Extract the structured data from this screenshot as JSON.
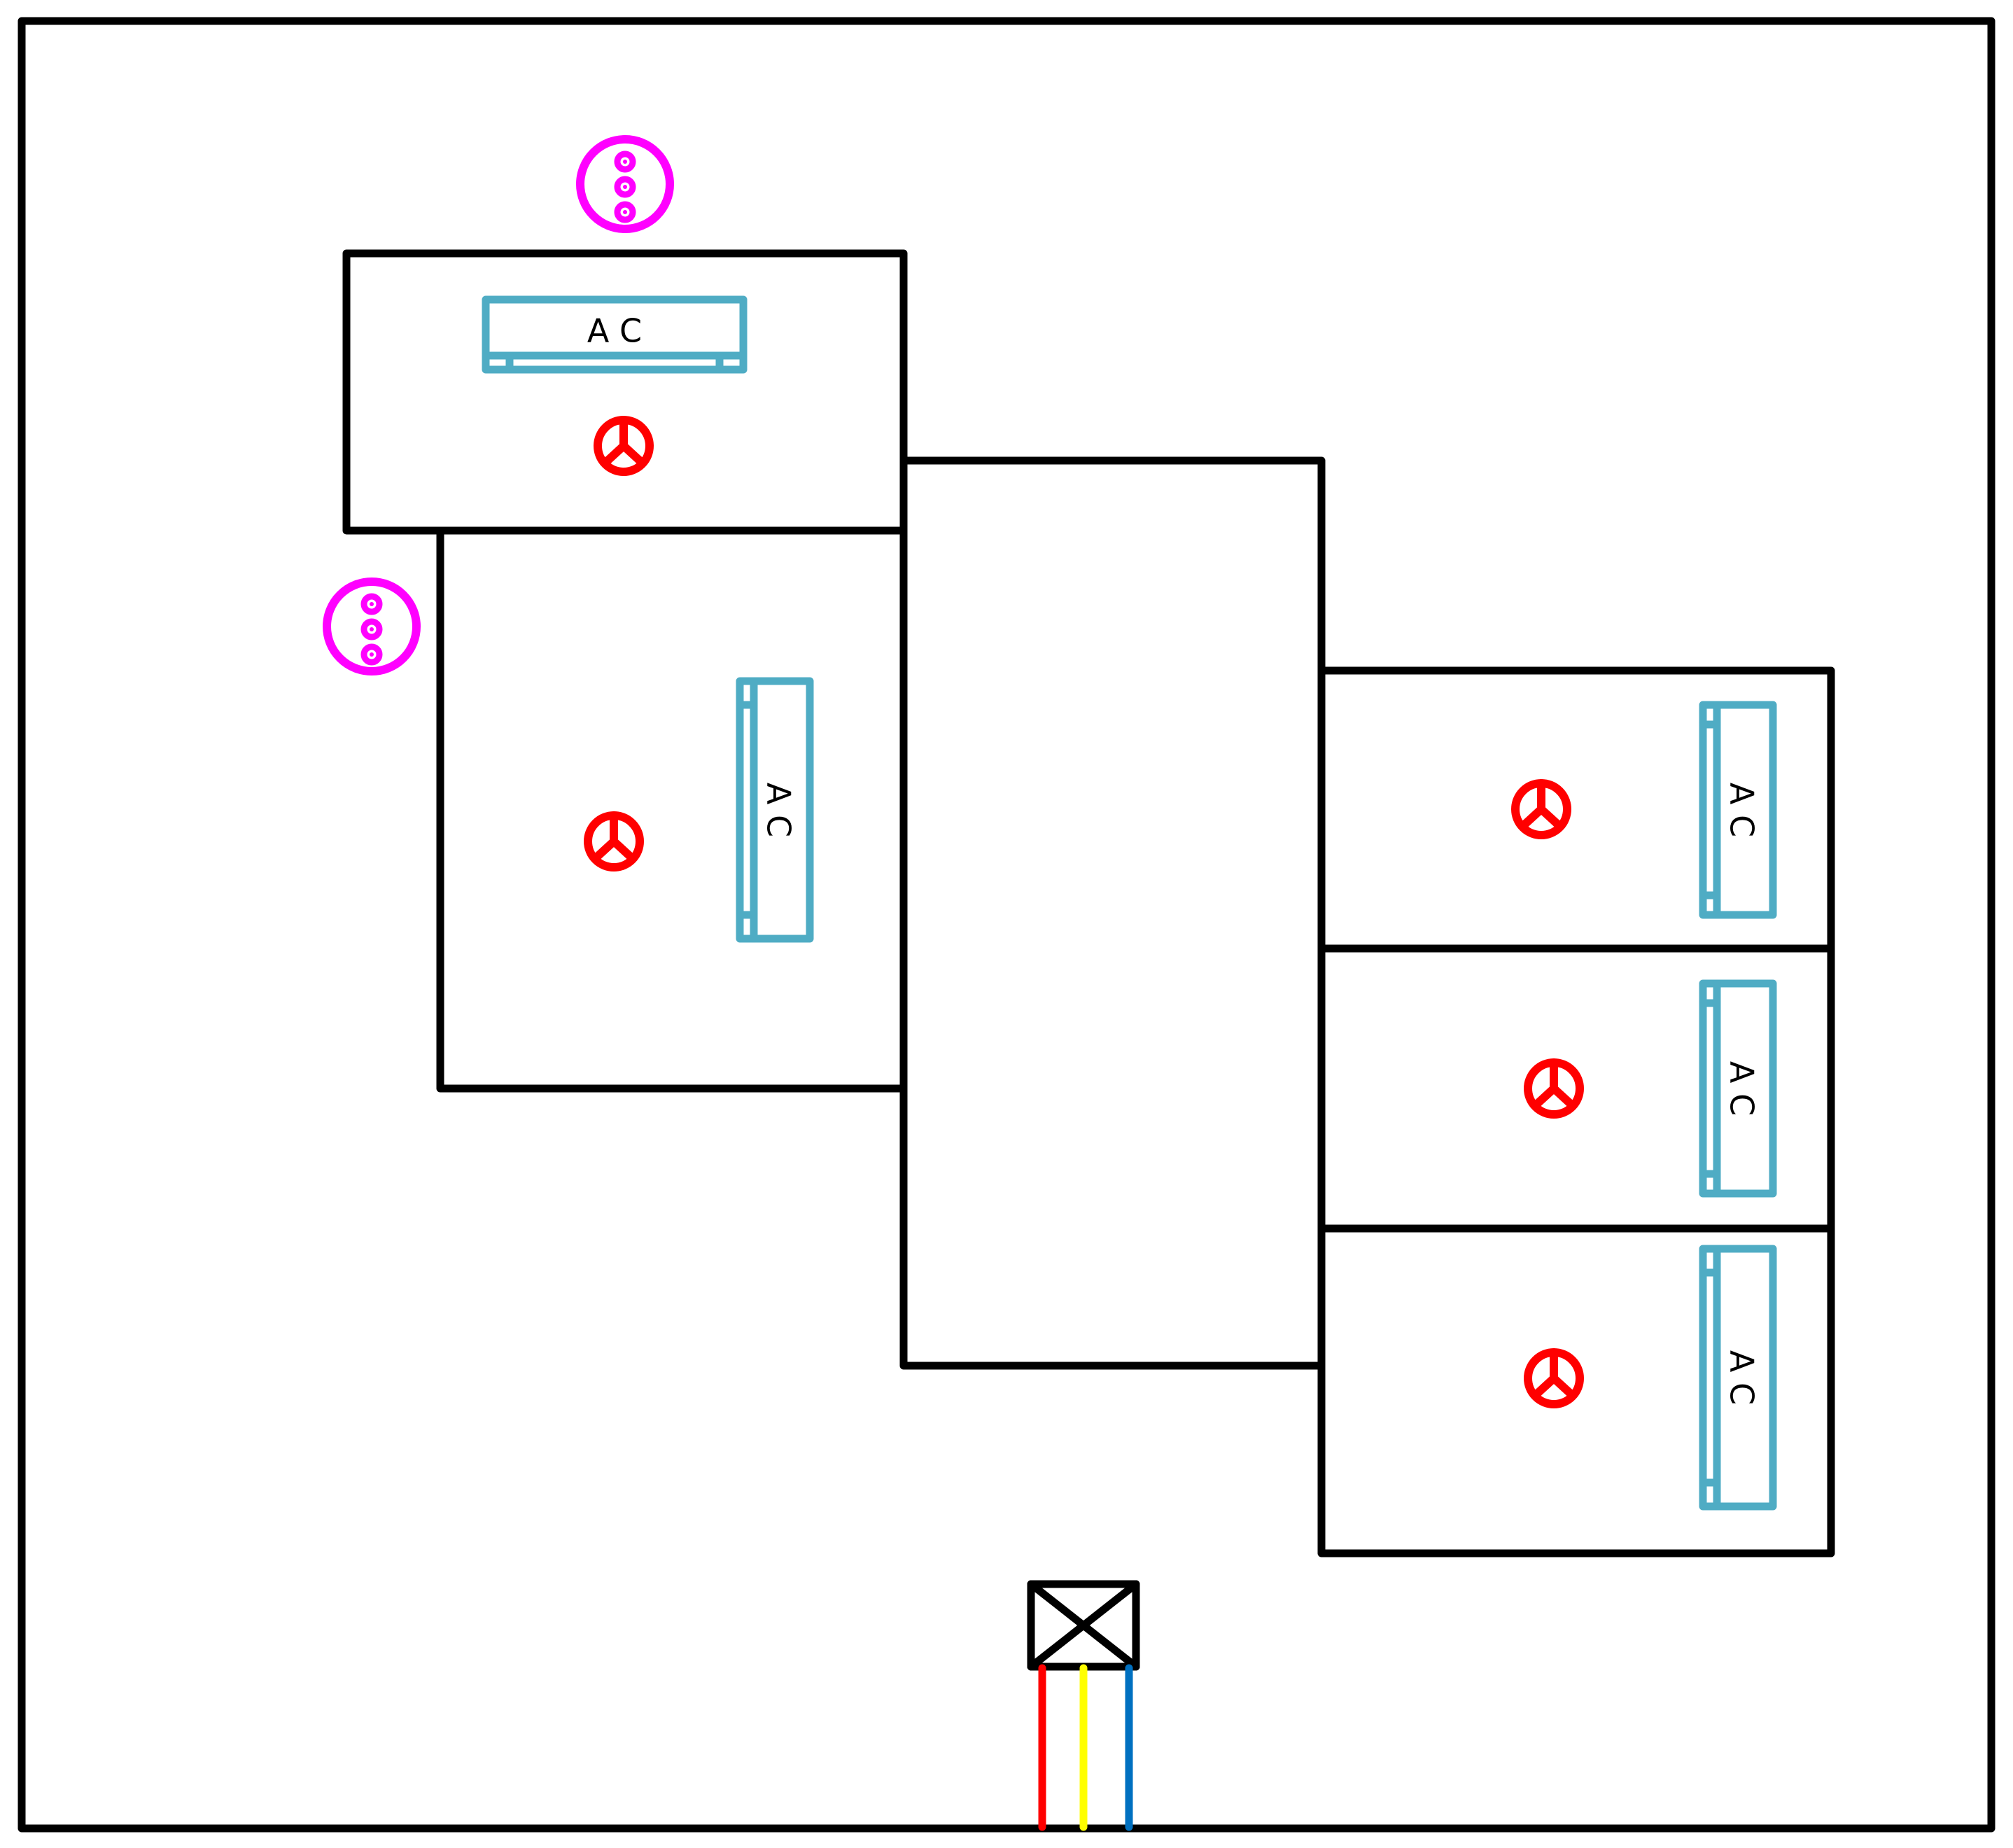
{
  "colors": {
    "wall": "#000000",
    "ac_unit": "#4FACC4",
    "fan": "#FF0000",
    "vent": "#FF00FF",
    "cable_red": "#FF0000",
    "cable_yellow": "#FFFF00",
    "cable_blue": "#0070C0"
  },
  "ac_units": [
    {
      "label": "A C",
      "icon": "air-conditioner-icon"
    },
    {
      "label": "A C",
      "icon": "air-conditioner-icon"
    },
    {
      "label": "A C",
      "icon": "air-conditioner-icon"
    },
    {
      "label": "A C",
      "icon": "air-conditioner-icon"
    },
    {
      "label": "A C",
      "icon": "air-conditioner-icon"
    }
  ],
  "fans": [
    {
      "icon": "ceiling-fan-icon"
    },
    {
      "icon": "ceiling-fan-icon"
    },
    {
      "icon": "ceiling-fan-icon"
    },
    {
      "icon": "ceiling-fan-icon"
    },
    {
      "icon": "ceiling-fan-icon"
    }
  ],
  "vents": [
    {
      "icon": "vent-fixture-icon"
    },
    {
      "icon": "vent-fixture-icon"
    }
  ],
  "distribution_box": {
    "icon": "junction-box-icon"
  },
  "cables": [
    {
      "name": "red-cable",
      "color": "#FF0000"
    },
    {
      "name": "yellow-cable",
      "color": "#FFFF00"
    },
    {
      "name": "blue-cable",
      "color": "#0070C0"
    }
  ]
}
